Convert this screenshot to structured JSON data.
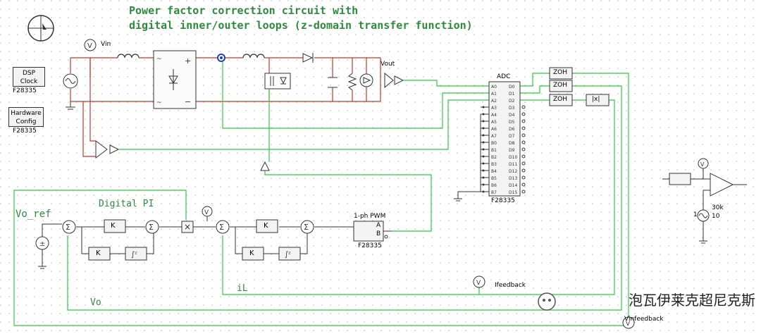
{
  "title": {
    "line1": "Power factor correction circuit with",
    "line2": "digital inner/outer loops (z-domain transfer function)"
  },
  "blocks": {
    "dsp_clock": "DSP\nClock",
    "dsp_clock_sub": "F28335",
    "hw_config": "Hardware\nConfig",
    "hw_config_sub": "F28335",
    "adc_title": "ADC",
    "adc_sub": "F28335",
    "pwm_title": "1-ph PWM",
    "pwm_sub": "F28335",
    "pwm_a": "A",
    "pwm_b": "B",
    "zoh": "ZOH",
    "abs": "|x|",
    "gain_k": "K"
  },
  "adc_left": [
    "A0",
    "A1",
    "A2",
    "A3",
    "A4",
    "A5",
    "A6",
    "A7",
    "B0",
    "B1",
    "B2",
    "B3",
    "B4",
    "B5",
    "B6",
    "B7"
  ],
  "adc_right": [
    "D0",
    "D1",
    "D2",
    "D3",
    "D4",
    "D5",
    "D6",
    "D7",
    "D8",
    "D9",
    "D10",
    "D11",
    "D12",
    "D13",
    "D14",
    "D15"
  ],
  "labels": {
    "vin": "Vin",
    "vout": "Vout",
    "vo_ref": "Vo_ref",
    "digital_pi": "Digital PI",
    "il": "iL",
    "vo": "Vo",
    "ifeedback": "Ifeedback",
    "vinfeedback": "Vinfeedback",
    "r30k": "30k",
    "r10": "10",
    "r1": "1"
  },
  "watermark": "泡瓦伊莱克超尼克斯",
  "colors": {
    "power": "#c0392b",
    "signal": "#2ecc40",
    "control": "#555555",
    "title": "#2e8b3e"
  }
}
